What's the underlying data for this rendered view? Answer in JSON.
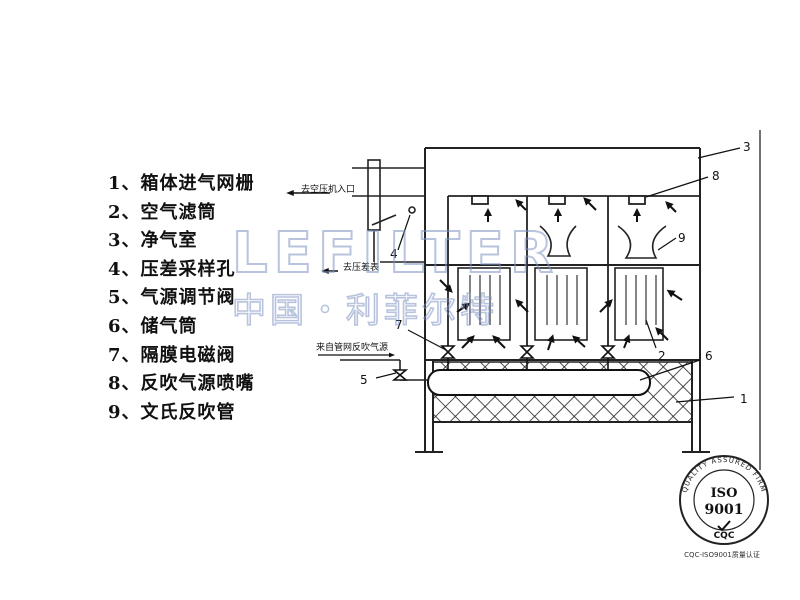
{
  "legend": [
    "1、箱体进气网栅",
    "2、空气滤筒",
    "3、净气室",
    "4、压差采样孔",
    "5、气源调节阀",
    "6、储气筒",
    "7、隔膜电磁阀",
    "8、反吹气源喷嘴",
    "9、文氏反吹管"
  ],
  "diagram_labels": {
    "compressor_inlet": "去空压机入口",
    "pressure_diff": "去压差表",
    "backflush_source": "来自管网反吹气源",
    "callout_1": "1",
    "callout_2": "2",
    "callout_3": "3",
    "callout_4": "4",
    "callout_5": "5",
    "callout_6": "6",
    "callout_7": "7",
    "callout_8": "8",
    "callout_9": "9"
  },
  "watermark": {
    "brand": "LEFILTER",
    "cn": "中国・利菲尔特"
  },
  "certification": {
    "ring_text": "QUALITY ASSURED FIRM",
    "iso": "ISO",
    "iso_num": "9001",
    "cqc": "CQC",
    "caption": "CQC-ISO9001质量认证"
  }
}
